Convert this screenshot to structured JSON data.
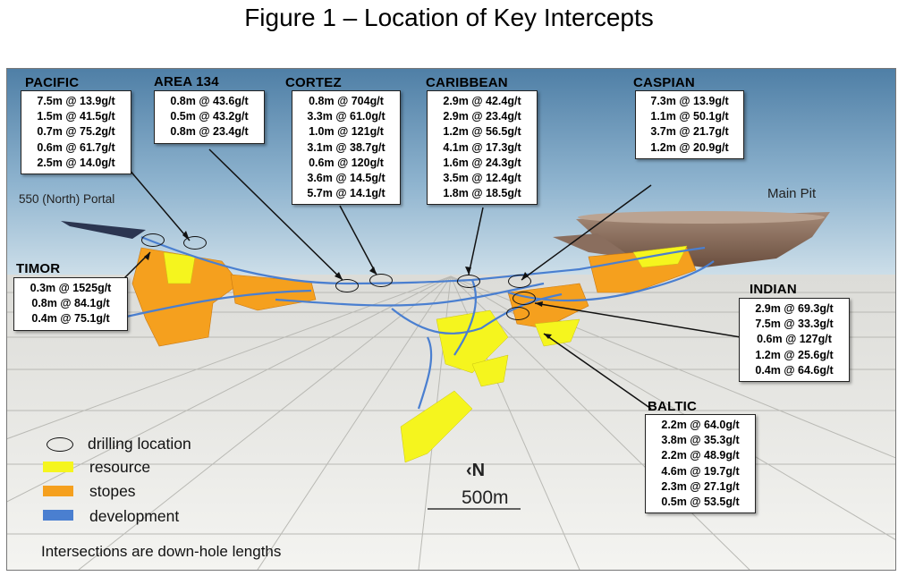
{
  "figure_title": "Figure 1 – Location of Key Intercepts",
  "places": {
    "portal": "550 (North) Portal",
    "main_pit": "Main Pit"
  },
  "zones": {
    "pacific": {
      "name": "PACIFIC",
      "intercepts": [
        "7.5m @ 13.9g/t",
        "1.5m @ 41.5g/t",
        "0.7m @ 75.2g/t",
        "0.6m @ 61.7g/t",
        "2.5m @ 14.0g/t"
      ]
    },
    "area134": {
      "name": "AREA 134",
      "intercepts": [
        "0.8m @ 43.6g/t",
        "0.5m @ 43.2g/t",
        "0.8m @ 23.4g/t"
      ]
    },
    "cortez": {
      "name": "CORTEZ",
      "intercepts": [
        "0.8m @ 704g/t",
        "3.3m @ 61.0g/t",
        "1.0m @ 121g/t",
        "3.1m @ 38.7g/t",
        "0.6m @ 120g/t",
        "3.6m @ 14.5g/t",
        "5.7m @ 14.1g/t"
      ]
    },
    "caribbean": {
      "name": "CARIBBEAN",
      "intercepts": [
        "2.9m @ 42.4g/t",
        "2.9m @ 23.4g/t",
        "1.2m @ 56.5g/t",
        "4.1m @ 17.3g/t",
        "1.6m @ 24.3g/t",
        "3.5m @ 12.4g/t",
        "1.8m @ 18.5g/t"
      ]
    },
    "caspian": {
      "name": "CASPIAN",
      "intercepts": [
        "7.3m @ 13.9g/t",
        "1.1m @ 50.1g/t",
        "3.7m @ 21.7g/t",
        "1.2m @ 20.9g/t"
      ]
    },
    "timor": {
      "name": "TIMOR",
      "intercepts": [
        "0.3m @ 1525g/t",
        "0.8m @ 84.1g/t",
        "0.4m @ 75.1g/t"
      ]
    },
    "indian": {
      "name": "INDIAN",
      "intercepts": [
        "2.9m @ 69.3g/t",
        "7.5m @ 33.3g/t",
        "0.6m @ 127g/t",
        "1.2m @ 25.6g/t",
        "0.4m @ 64.6g/t"
      ]
    },
    "baltic": {
      "name": "BALTIC",
      "intercepts": [
        "2.2m @ 64.0g/t",
        "3.8m @ 35.3g/t",
        "2.2m @ 48.9g/t",
        "4.6m @ 19.7g/t",
        "2.3m @ 27.1g/t",
        "0.5m @ 53.5g/t"
      ]
    }
  },
  "legend": {
    "drilling": "drilling location",
    "resource": "resource",
    "stopes": "stopes",
    "development": "development",
    "colors": {
      "resource": "#f5f51e",
      "stopes": "#f5a01e",
      "development": "#4a7fd0"
    }
  },
  "scale": {
    "north": "N",
    "label": "500m"
  },
  "note": "Intersections are down-hole lengths"
}
